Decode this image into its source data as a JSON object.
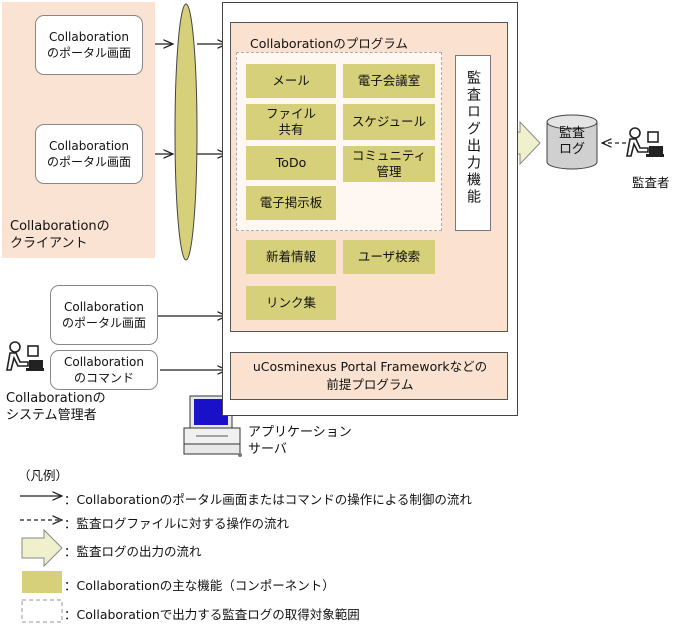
{
  "client": {
    "area_label": [
      "Collaborationの",
      "クライアント"
    ],
    "screen_boxes": [
      [
        "Collaboration",
        "のポータル画面"
      ],
      [
        "Collaboration",
        "のポータル画面"
      ]
    ]
  },
  "admin": {
    "screen_boxes": [
      [
        "Collaboration",
        "のポータル画面"
      ],
      [
        "Collaboration",
        "のコマンド"
      ]
    ],
    "label": [
      "Collaborationの",
      "システム管理者"
    ]
  },
  "server": {
    "program_title": "Collaborationのプログラム",
    "components": {
      "mail": "メール",
      "conference": "電子会議室",
      "file_share": [
        "ファイル",
        "共有"
      ],
      "schedule": "スケジュール",
      "todo": "ToDo",
      "community": [
        "コミュニティ",
        "管理"
      ],
      "bbs": "電子掲示板",
      "news": "新着情報",
      "user_search": "ユーザ検索",
      "links": "リンク集"
    },
    "audit_output": "監査ログ出力機能",
    "framework": [
      "uCosminexus Portal Frameworkなどの",
      "前提プログラム"
    ],
    "app_server_label": [
      "アプリケーション",
      "サーバ"
    ]
  },
  "audit_log": [
    "監査",
    "ログ"
  ],
  "auditor": "監査者",
  "legend": {
    "title": "（凡例）",
    "items": [
      "：Collaborationのポータル画面またはコマンドの操作による制御の流れ",
      "：監査ログファイルに対する操作の流れ",
      "：監査ログの出力の流れ",
      "：Collaborationの主な機能（コンポーネント）",
      "：Collaborationで出力する監査ログの取得対象範囲"
    ]
  },
  "colors": {
    "client_bg": "#fbe3d4",
    "component": "#d6d07a",
    "program_bg": "#fbe1cf",
    "ellipse": "#d6d07a",
    "arrow_fill": "#f1f0cc"
  }
}
